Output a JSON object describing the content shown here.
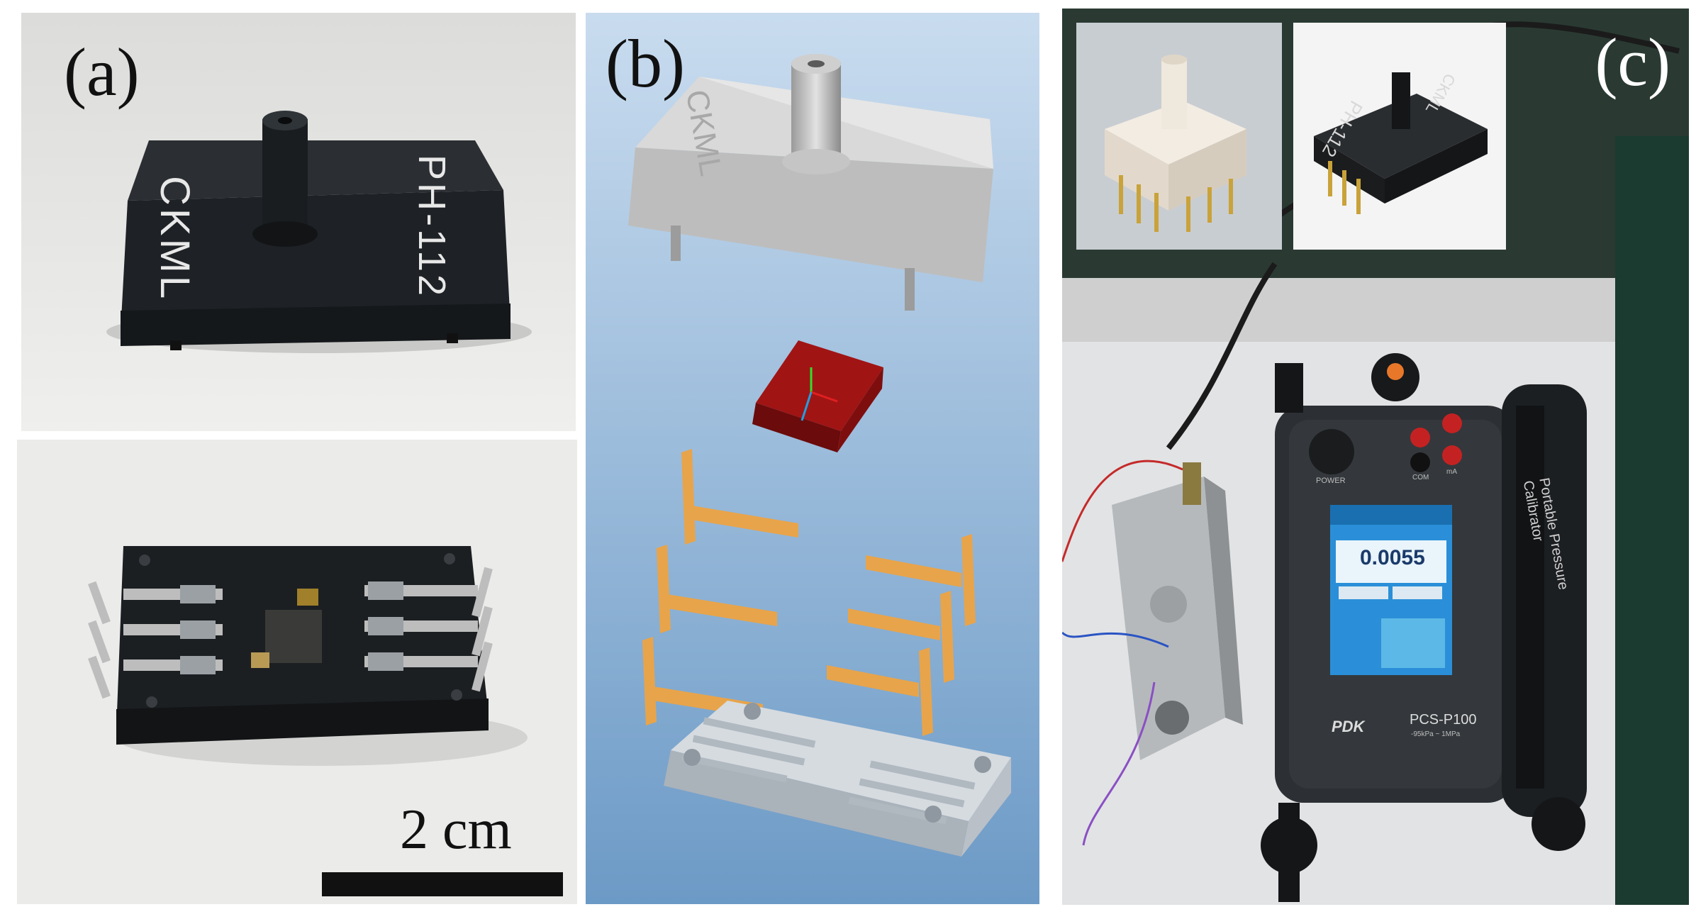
{
  "labels": {
    "a": "(a)",
    "b": "(b)",
    "c": "(c)"
  },
  "scale_bar": {
    "text": "2 cm"
  },
  "sensor_markings": {
    "brand": "CKML",
    "model": "PH-112",
    "inset_brand": "CKML",
    "inset_model": "PH-112"
  },
  "calibrator": {
    "reading": "0.0055",
    "brand": "PDK",
    "model": "PCS-P100",
    "range": "-95kPa ~ 1MPa",
    "side_text": "Portable Pressure Calibrator",
    "power_label": "POWER",
    "com_label": "COM",
    "ma_label": "mA"
  },
  "colors": {
    "blue_bg_top": "#c7dbee",
    "blue_bg_bottom": "#6e9cc8",
    "chip_red": "#8b1010",
    "lead_orange": "#e8a44a",
    "dark_body": "#1e2226"
  }
}
